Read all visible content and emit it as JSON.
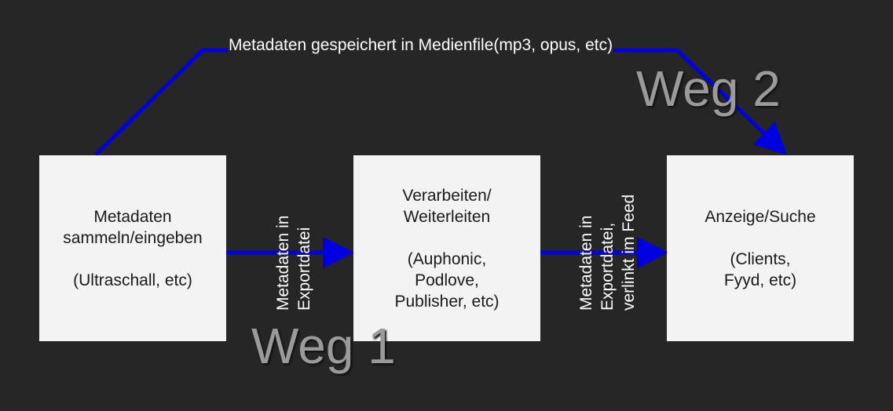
{
  "boxes": {
    "collect": "Metadaten\nsammeln/eingeben\n\n(Ultraschall, etc)",
    "process": "Verarbeiten/\nWeiterleiten\n\n(Auphonic,\nPodlove,\nPublisher, etc)",
    "display": "Anzeige/Suche\n\n(Clients,\nFyyd, etc)"
  },
  "labels": {
    "top_path": "Metadaten gespeichert in Medienfile(mp3, opus, etc)",
    "arrow_1": "Metadaten in\nExportdatei",
    "arrow_2": "Metadaten in\nExportdatei,\nverlinkt im Feed",
    "weg_1": "Weg 1",
    "weg_2": "Weg 2"
  },
  "colors": {
    "background": "#262626",
    "box": "#f3f3f3",
    "arrow": "#0000e0",
    "weg_text": "#9a9a9a"
  }
}
